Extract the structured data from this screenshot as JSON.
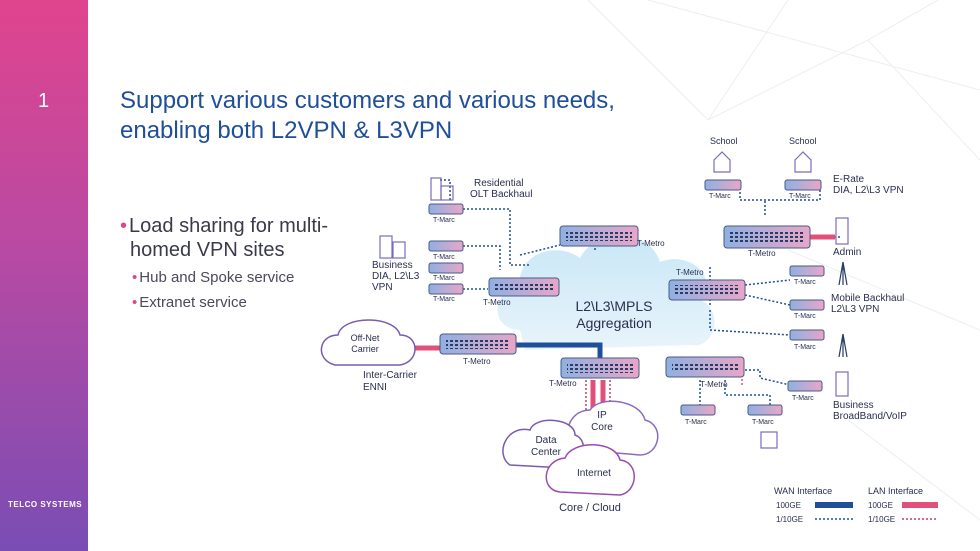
{
  "slide_number": "1",
  "title": "Support various customers and various needs, enabling both L2VPN & L3VPN",
  "bullets": {
    "main": "Load sharing for multi-homed VPN sites",
    "sub": [
      "Hub and Spoke service",
      "Extranet service"
    ]
  },
  "logo": "TELCO SYSTEMS",
  "diagram": {
    "cloud_label": [
      "L2\\L3\\MPLS",
      "Aggregation"
    ],
    "t_metro": "T-Metro",
    "t_marc": "T-Marc",
    "school": "School",
    "residential": [
      "Residential",
      "OLT Backhaul"
    ],
    "business_dia": [
      "Business",
      "DIA, L2\\L3",
      "VPN"
    ],
    "erate": [
      "E-Rate",
      "DIA, L2\\L3 VPN"
    ],
    "admin": "Admin",
    "mobile": [
      "Mobile Backhaul",
      "L2\\L3 VPN"
    ],
    "business_bb": [
      "Business",
      "BroadBand/VoIP"
    ],
    "off_net": [
      "Off-Net",
      "Carrier"
    ],
    "inter_carrier": [
      "Inter-Carrier",
      "ENNI"
    ],
    "ip_core": [
      "IP",
      "Core"
    ],
    "data_center": [
      "Data",
      "Center"
    ],
    "internet": "Internet",
    "core_cloud": "Core / Cloud"
  },
  "legend": {
    "wan": "WAN Interface",
    "lan": "LAN Interface",
    "g100": "100GE",
    "g10": "1/10GE"
  },
  "colors": {
    "wan": "#1f4e9a",
    "lan": "#e0507a",
    "accent": "#e0448e",
    "title": "#1f4e9a"
  }
}
